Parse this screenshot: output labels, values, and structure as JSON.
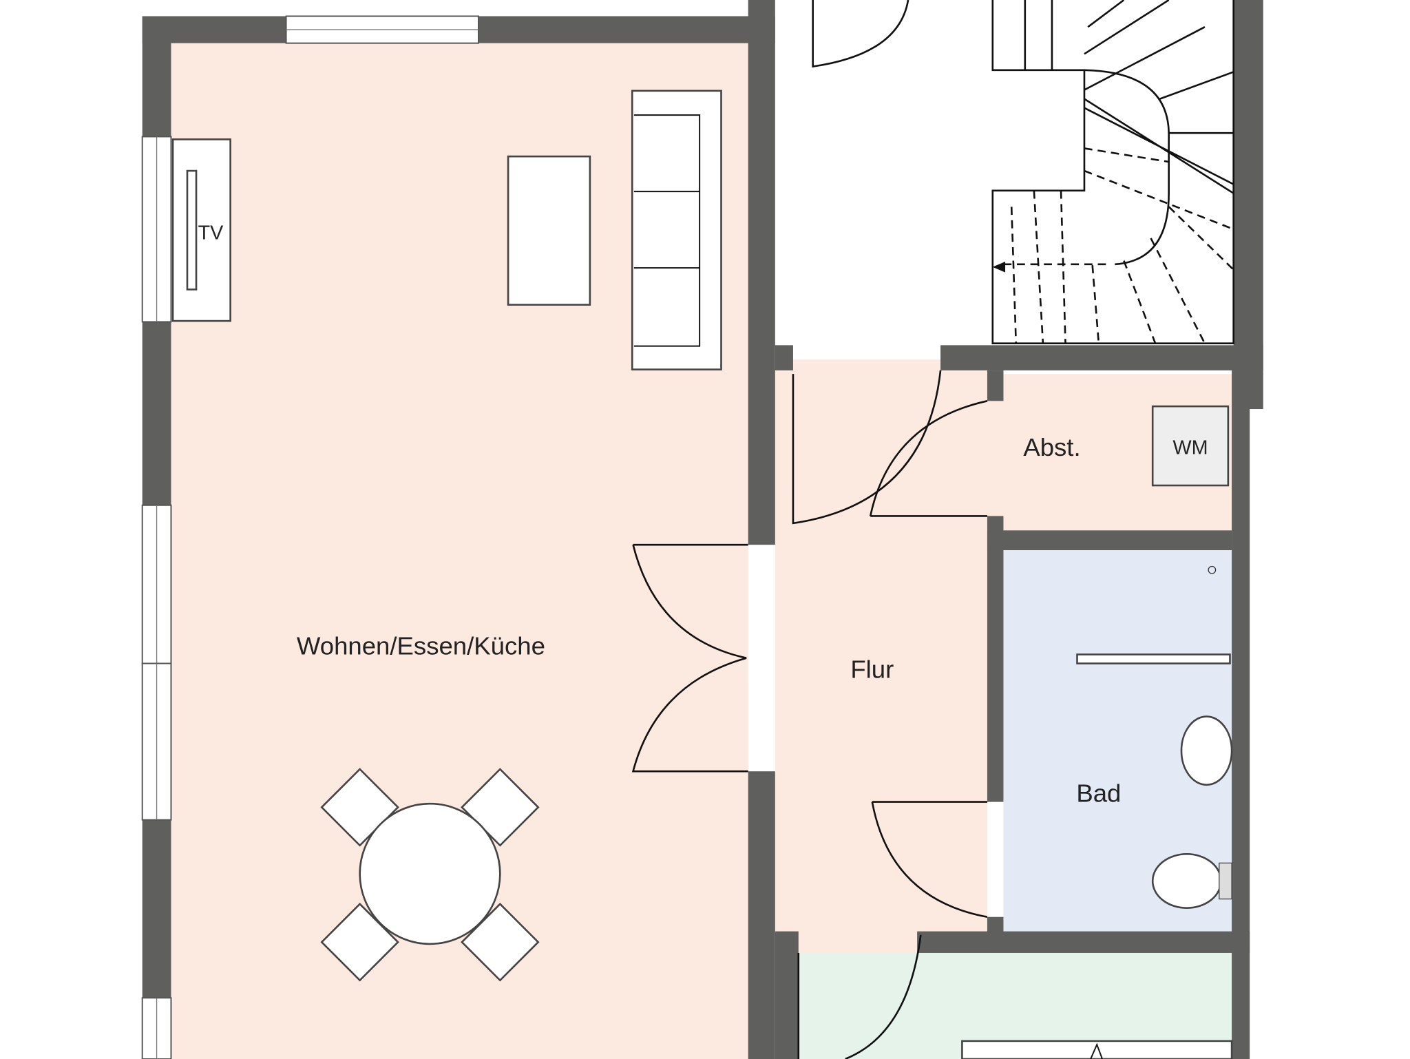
{
  "plan": {
    "rooms": [
      {
        "label": "Wohnen/Essen/Küche",
        "color": "#fce9df"
      },
      {
        "label": "Flur",
        "color": "#fce9df"
      },
      {
        "label": "Abst.",
        "color": "#fce9df"
      },
      {
        "label": "Bad",
        "color": "#e4eaf5"
      },
      {
        "label": "",
        "color": "#e6f3ea"
      }
    ],
    "furniture": {
      "tv": "TV",
      "washing_machine": "WM"
    },
    "wall_color": "#5f5f5d"
  }
}
